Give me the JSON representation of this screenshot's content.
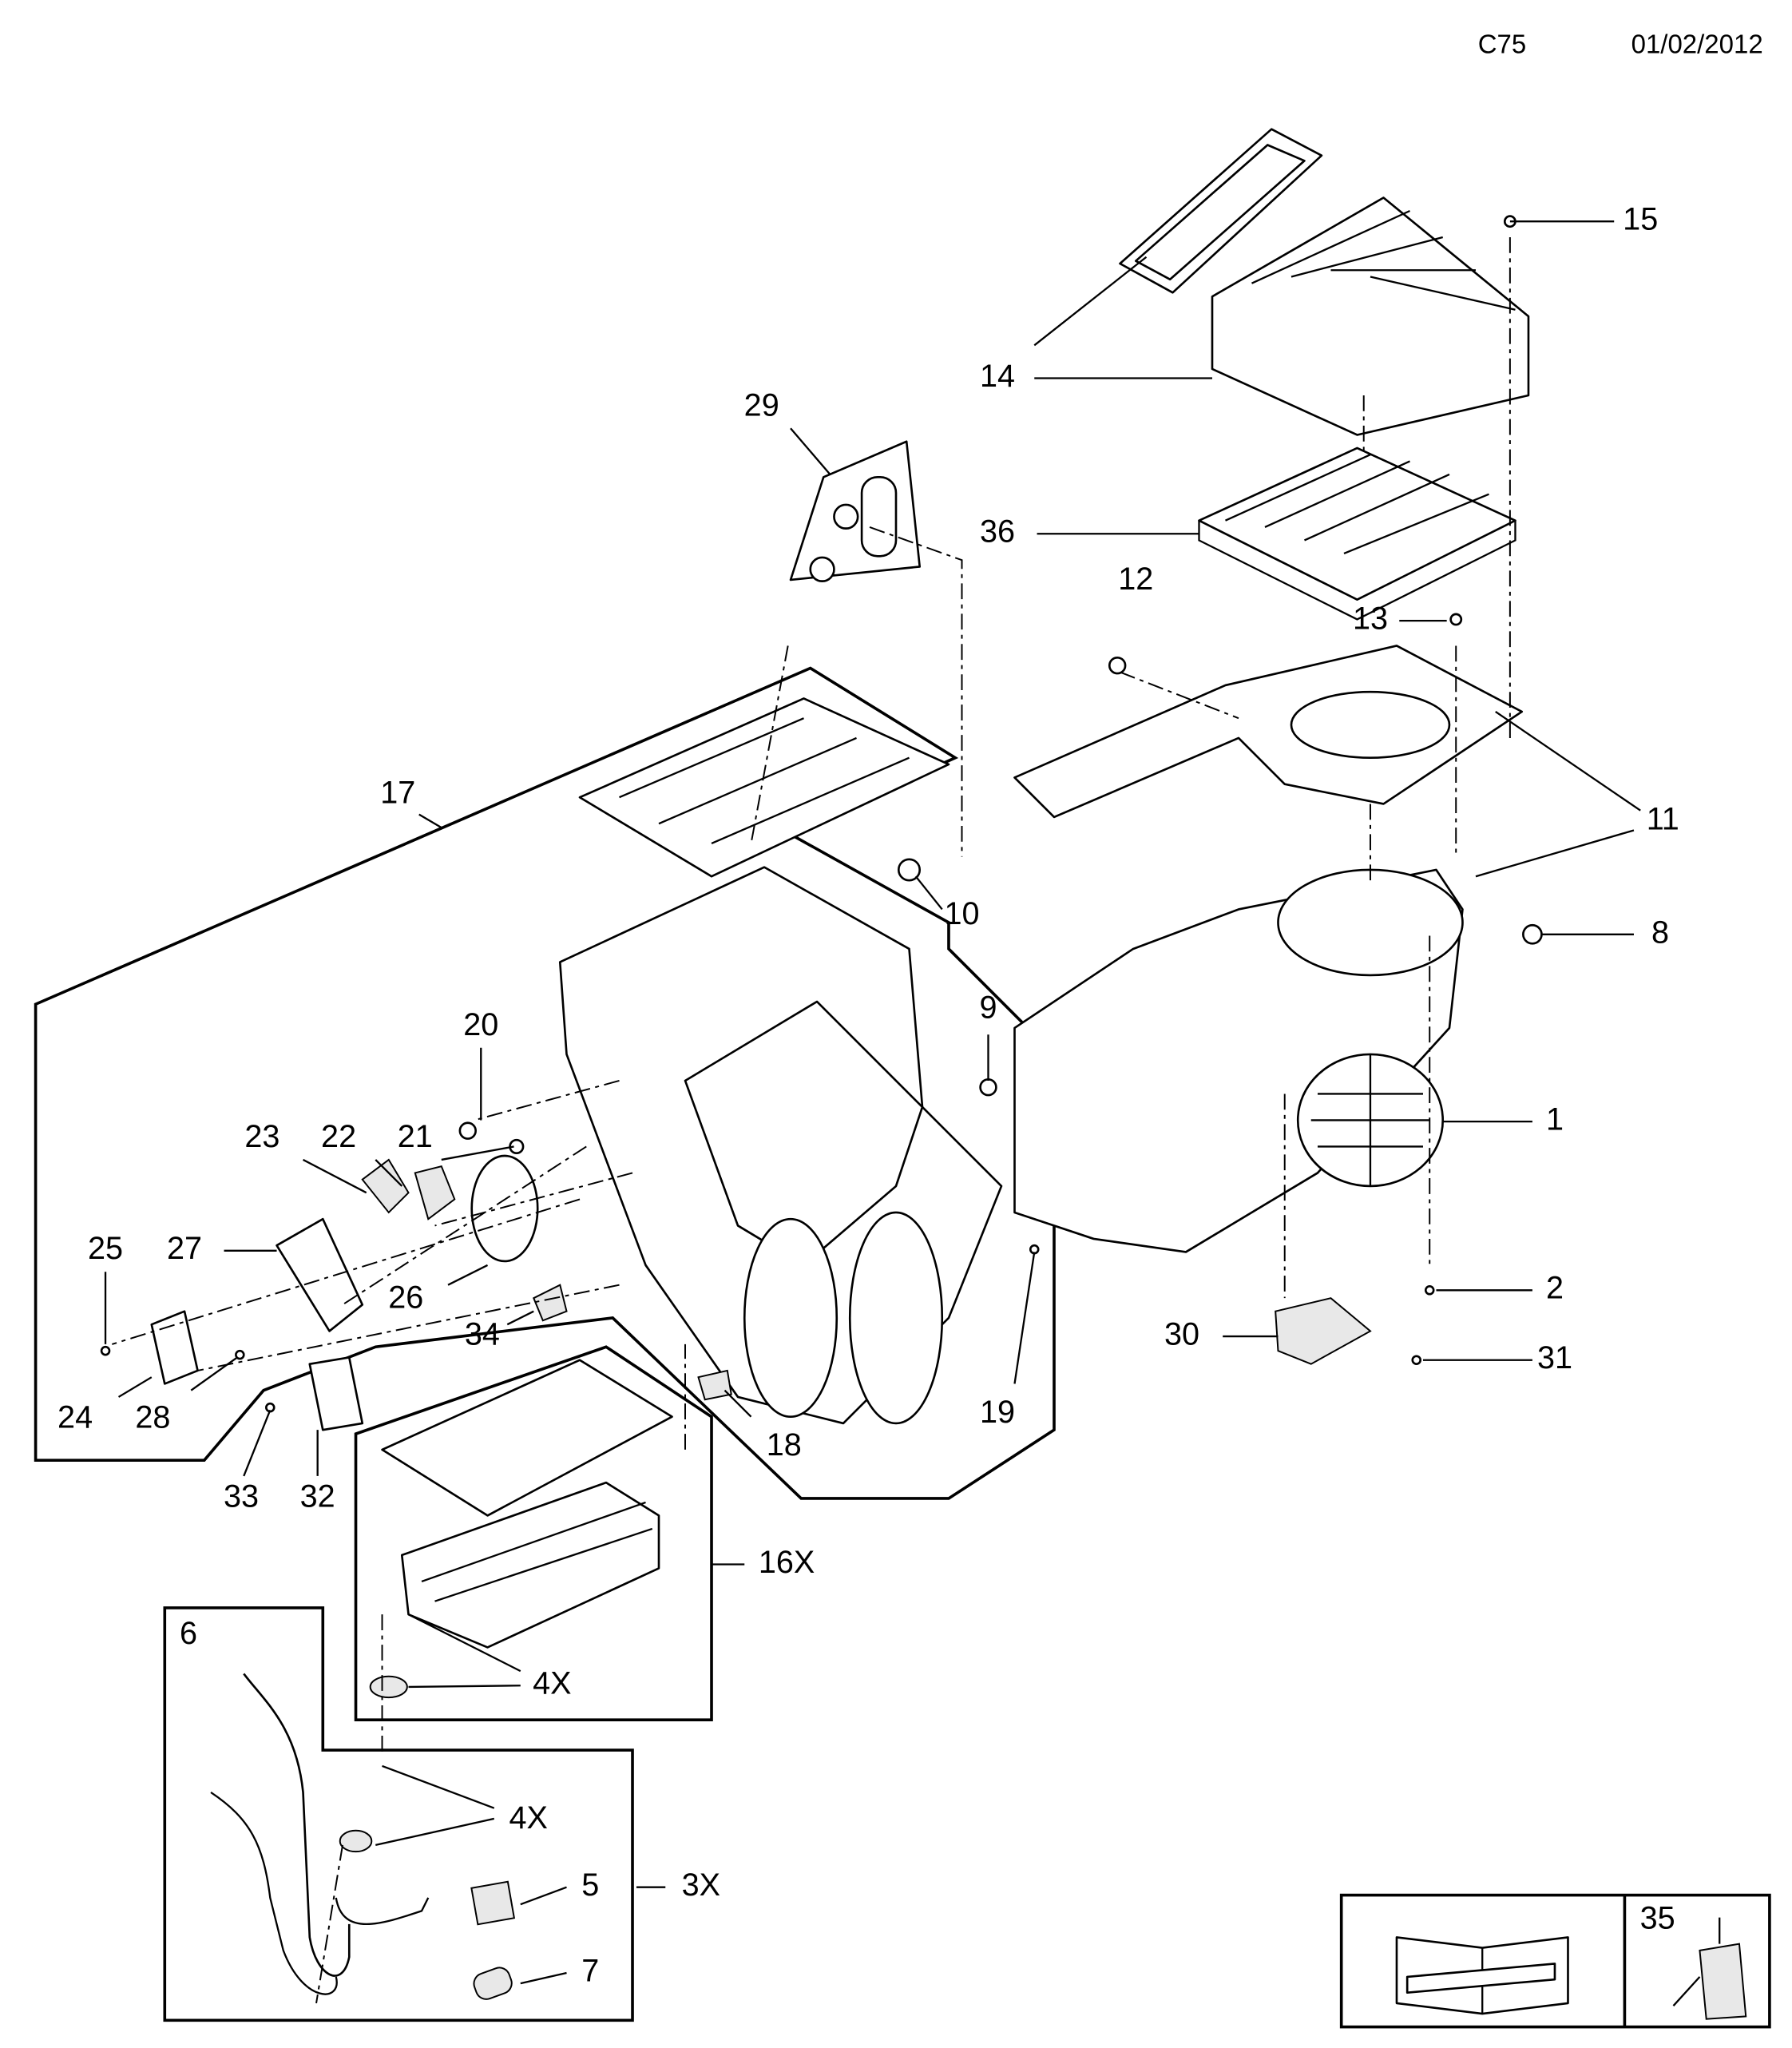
{
  "header": {
    "code": "C75",
    "date": "01/02/2012"
  },
  "callouts": [
    "15",
    "14",
    "29",
    "36",
    "12",
    "13",
    "17",
    "11",
    "10",
    "8",
    "20",
    "9",
    "1",
    "23",
    "22",
    "21",
    "25",
    "27",
    "26",
    "2",
    "34",
    "30",
    "31",
    "24",
    "28",
    "19",
    "18",
    "33",
    "32",
    "16X",
    "6",
    "4X",
    "4X",
    "5",
    "3X",
    "7",
    "35"
  ],
  "legend_box": {
    "item_number": "35",
    "icons": [
      "manual-book-wrench-icon",
      "adhesive-bottle-icon"
    ]
  }
}
